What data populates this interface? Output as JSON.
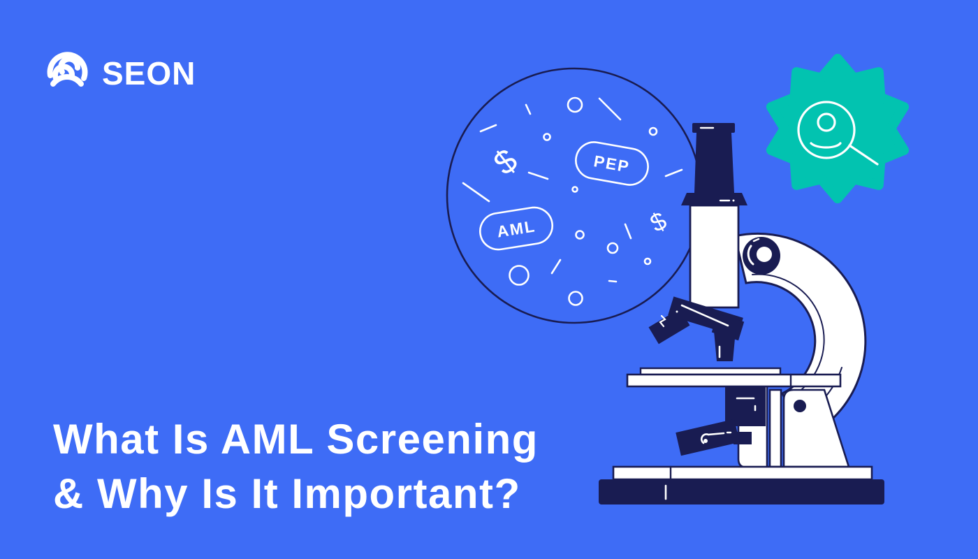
{
  "brand": {
    "name": "SEON"
  },
  "heading": {
    "line1": "What Is AML Screening",
    "line2": "& Why Is It Important?"
  },
  "lens": {
    "labels": {
      "pep": "PEP",
      "aml": "AML"
    },
    "dollar": "$"
  },
  "icons": {
    "logo": "seon-spiral-s-icon",
    "badge": "person-search-icon",
    "scene": "microscope-illustration"
  },
  "colors": {
    "background": "#3E6CF6",
    "navy": "#191C52",
    "white": "#FFFFFF",
    "teal": "#02C3B0"
  }
}
